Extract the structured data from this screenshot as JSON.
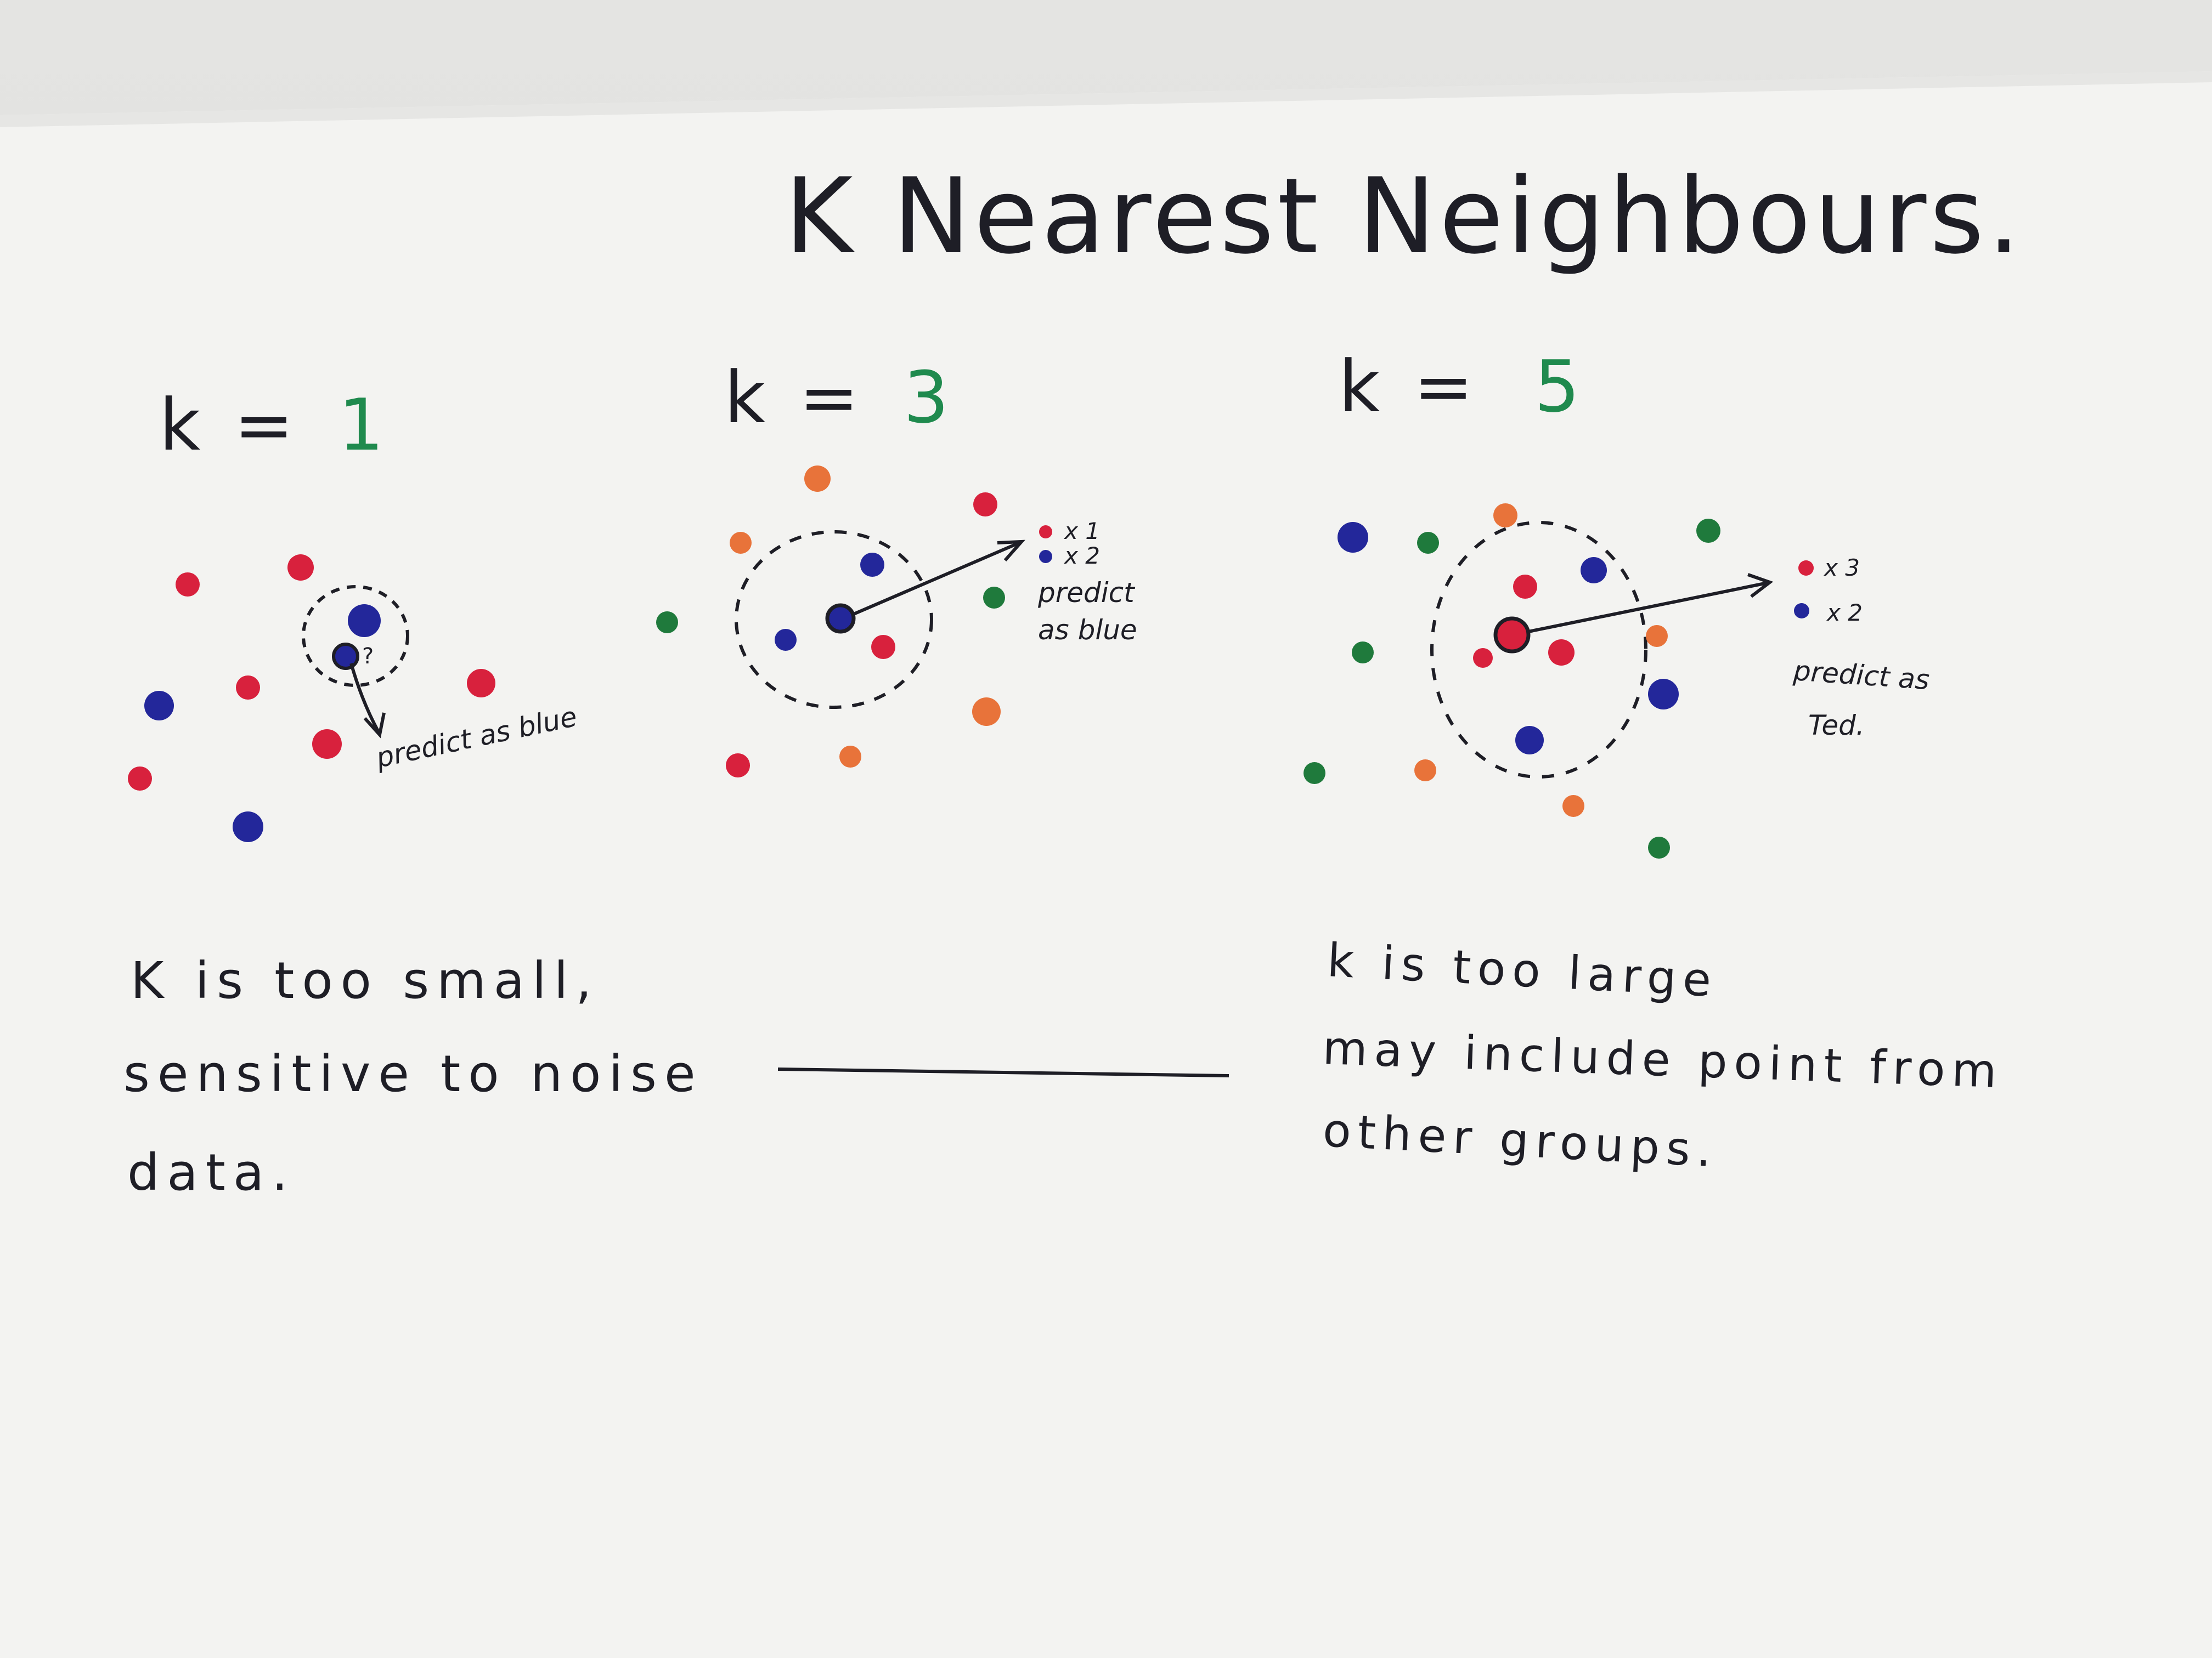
{
  "title": "K Nearest Neighbours.",
  "colors": {
    "red": "#d8213d",
    "blue": "#23279a",
    "green": "#1f7a3c",
    "orange": "#e8733a",
    "ink": "#1e1e26",
    "k_value": "#1f8a4e"
  },
  "panels": [
    {
      "k_prefix": "k =",
      "k_value": "1",
      "predict_label": "predict as blue",
      "query_mark": "?"
    },
    {
      "k_prefix": "k =",
      "k_value": "3",
      "legend": [
        {
          "color": "red",
          "text": "x 1"
        },
        {
          "color": "blue",
          "text": "x 2"
        }
      ],
      "predict_line1": "predict",
      "predict_line2": "as blue"
    },
    {
      "k_prefix": "k =",
      "k_value": "5",
      "legend": [
        {
          "color": "red",
          "text": "x 3"
        },
        {
          "color": "blue",
          "text": "x 2"
        }
      ],
      "predict_line1": "predict as",
      "predict_line2": "Ted."
    }
  ],
  "notes": {
    "left": [
      "K  is  too  small,",
      "sensitive to noise",
      "data."
    ],
    "right": [
      "k  is  too  large",
      "may include point  from",
      "other  groups."
    ]
  }
}
